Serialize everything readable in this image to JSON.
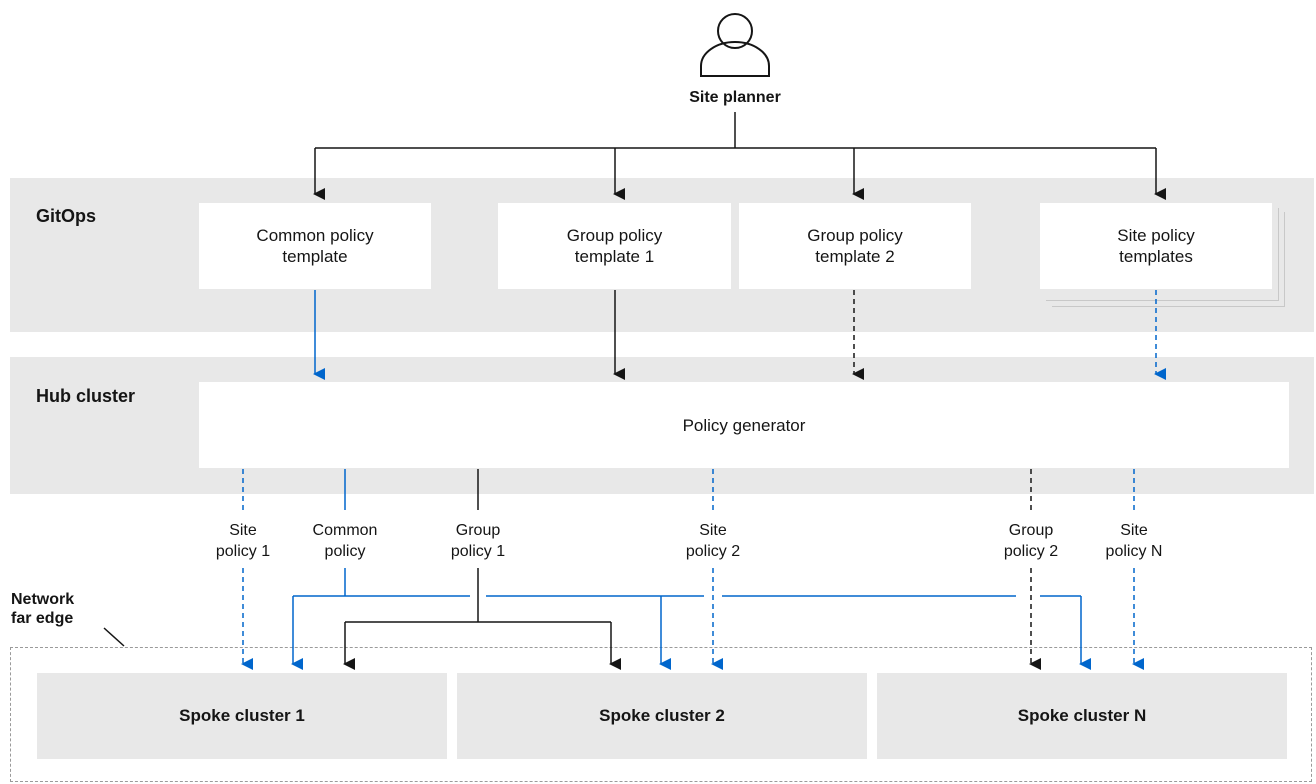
{
  "site_planner": {
    "label": "Site planner"
  },
  "gitops": {
    "label": "GitOps",
    "templates": [
      {
        "line1": "Common policy",
        "line2": "template"
      },
      {
        "line1": "Group policy",
        "line2": "template 1"
      },
      {
        "line1": "Group policy",
        "line2": "template 2"
      },
      {
        "line1": "Site policy",
        "line2": "templates"
      }
    ]
  },
  "hub": {
    "label": "Hub cluster",
    "generator": "Policy generator"
  },
  "policies": [
    {
      "line1": "Site",
      "line2": "policy 1"
    },
    {
      "line1": "Common",
      "line2": "policy"
    },
    {
      "line1": "Group",
      "line2": "policy 1"
    },
    {
      "line1": "Site",
      "line2": "policy 2"
    },
    {
      "line1": "Group",
      "line2": "policy 2"
    },
    {
      "line1": "Site",
      "line2": "policy N"
    }
  ],
  "network": {
    "line1": "Network",
    "line2": "far edge"
  },
  "spokes": [
    "Spoke cluster 1",
    "Spoke cluster 2",
    "Spoke cluster N"
  ],
  "colors": {
    "blue": "#0066cc",
    "black": "#151515",
    "band": "#e8e8e8"
  }
}
